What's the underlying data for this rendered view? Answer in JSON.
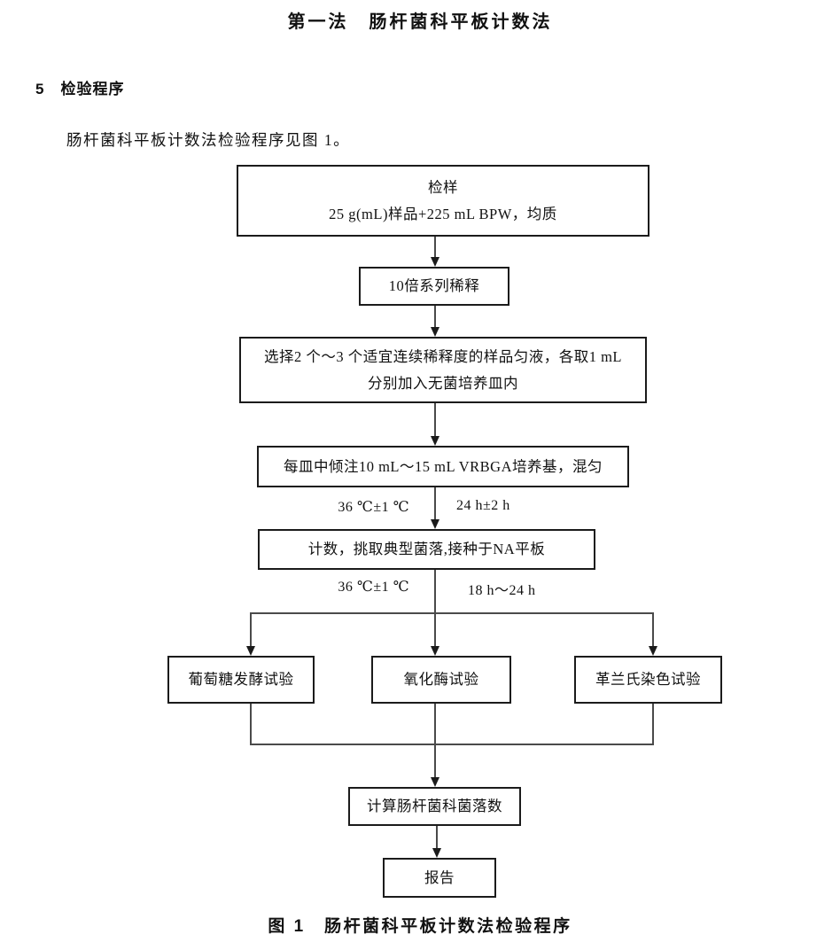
{
  "page": {
    "title": "第一法　肠杆菌科平板计数法",
    "section": {
      "number": "5",
      "heading": "检验程序"
    },
    "intro": "肠杆菌科平板计数法检验程序见图 1。",
    "caption": "图 1　肠杆菌科平板计数法检验程序"
  },
  "flowchart": {
    "nodes": {
      "sample": {
        "line1": "检样",
        "line2": "25 g(mL)样品+225 mL BPW，均质"
      },
      "dilution": {
        "label": "10倍系列稀释"
      },
      "select": {
        "line1": "选择2 个～3 个适宜连续稀释度的样品匀液，各取1 mL",
        "line2": "分别加入无菌培养皿内"
      },
      "pour": {
        "label": "每皿中倾注10 mL～15 mL VRBGA培养基，混匀"
      },
      "count": {
        "label": "计数，挑取典型菌落,接种于NA平板"
      },
      "glucose": {
        "label": "葡萄糖发酵试验"
      },
      "oxidase": {
        "label": "氧化酶试验"
      },
      "gram": {
        "label": "革兰氏染色试验"
      },
      "calc": {
        "label": "计算肠杆菌科菌落数"
      },
      "report": {
        "label": "报告"
      }
    },
    "edge_labels": {
      "incubation1": {
        "left": "36 ℃±1 ℃",
        "right": "24 h±2 h"
      },
      "incubation2": {
        "left": "36 ℃±1 ℃",
        "right": "18 h～24 h"
      }
    }
  },
  "colors": {
    "ink": "#111111",
    "box_border": "#1b1b1b",
    "line": "#4a4a4a",
    "background": "#ffffff"
  }
}
